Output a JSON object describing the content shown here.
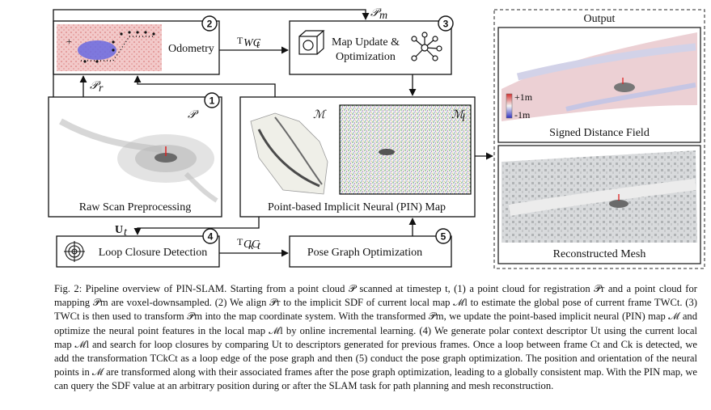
{
  "figure": {
    "output_title": "Output",
    "odometry": {
      "label": "Odometry",
      "number": "2"
    },
    "map_update": {
      "label_line1": "Map Update &",
      "label_line2": "Optimization",
      "number": "3"
    },
    "raw_scan": {
      "label": "Raw Scan Preprocessing",
      "number": "1",
      "symbol": "𝒫"
    },
    "pin_map": {
      "label": "Point-based Implicit Neural (PIN) Map",
      "symbol_m": "ℳ",
      "symbol_ml": "ℳ",
      "symbol_ml_sub": "l"
    },
    "loop_closure": {
      "label": "Loop Closure Detection",
      "number": "4"
    },
    "pose_graph": {
      "label": "Pose Graph Optimization",
      "number": "5"
    },
    "sdf_panel": {
      "label": "Signed Distance Field",
      "scale_top": "+1m",
      "scale_bottom": "-1m"
    },
    "mesh_panel": {
      "label": "Reconstructed Mesh"
    },
    "edge_labels": {
      "p_m": "𝒫",
      "p_m_sub": "m",
      "p_r": "𝒫",
      "p_r_sub": "r",
      "t_wc": "T",
      "t_wc_sub": "WC",
      "t_wc_subsub": "t",
      "u_t": "U",
      "u_t_sub": "t",
      "t_ckct": "T",
      "t_ckct_sub": "C",
      "t_ckct_sub2": "k",
      "t_ckct_sub3": "C",
      "t_ckct_sub4": "t"
    }
  },
  "caption": {
    "text": "Fig. 2: Pipeline overview of PIN-SLAM. Starting from a point cloud 𝒫 scanned at timestep t, (1) a point cloud for registration 𝒫r and a point cloud for mapping 𝒫m are voxel-downsampled. (2) We align 𝒫r to the implicit SDF of current local map ℳl to estimate the global pose of current frame TWCt. (3) TWCt is then used to transform 𝒫m into the map coordinate system. With the transformed 𝒫m, we update the point-based implicit neural (PIN) map ℳ and optimize the neural point features in the local map ℳl by online incremental learning. (4) We generate polar context descriptor Ut using the current local map ℳl and search for loop closures by comparing Ut to descriptors generated for previous frames. Once a loop between frame Ct and Ck is detected, we add the transformation TCkCt as a loop edge of the pose graph and then (5) conduct the pose graph optimization. The position and orientation of the neural points in ℳ are transformed along with their associated frames after the pose graph optimization, leading to a globally consistent map. With the PIN map, we can query the SDF value at an arbitrary position during or after the SLAM task for path planning and mesh reconstruction."
  },
  "colors": {
    "sdf_red": "#e06a6a",
    "sdf_blue": "#5a5ad0",
    "border": "#111111",
    "dashed": "#555555"
  }
}
